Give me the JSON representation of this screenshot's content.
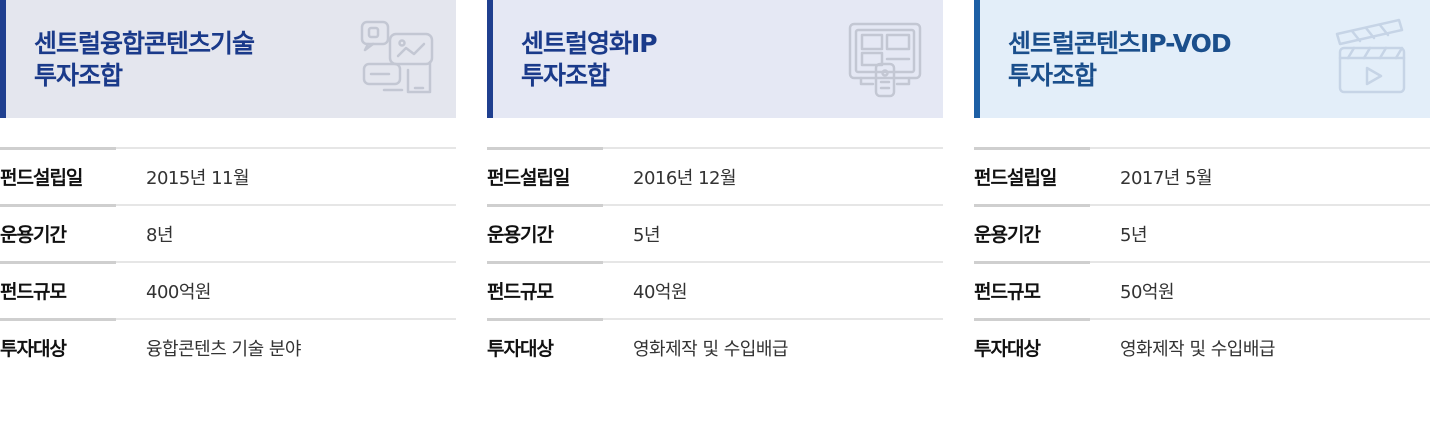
{
  "funds": [
    {
      "title_line1": "센트럴융합콘텐츠기술",
      "title_line2": "투자조합",
      "icon": "chat-phone-icon",
      "header_bg": "#e4e6ee",
      "accent": "#1f3f8f",
      "title_color": "#1a3a8a",
      "rows": [
        {
          "label": "펀드설립일",
          "value": "2015년 11월"
        },
        {
          "label": "운용기간",
          "value": "8년"
        },
        {
          "label": "펀드규모",
          "value": "400억원"
        },
        {
          "label": "투자대상",
          "value": "융합콘텐츠 기술 분야"
        }
      ]
    },
    {
      "title_line1": "센트럴영화IP",
      "title_line2": "투자조합",
      "icon": "tv-remote-icon",
      "header_bg": "#e5e8f4",
      "accent": "#1f3f8f",
      "title_color": "#1a3a8a",
      "rows": [
        {
          "label": "펀드설립일",
          "value": "2016년 12월"
        },
        {
          "label": "운용기간",
          "value": "5년"
        },
        {
          "label": "펀드규모",
          "value": "40억원"
        },
        {
          "label": "투자대상",
          "value": "영화제작 및 수입배급"
        }
      ]
    },
    {
      "title_line1": "센트럴콘텐츠IP-VOD",
      "title_line2": "투자조합",
      "icon": "clapperboard-icon",
      "header_bg": "#e3eef9",
      "accent": "#1d5fa5",
      "title_color": "#1b4f8c",
      "rows": [
        {
          "label": "펀드설립일",
          "value": "2017년 5월"
        },
        {
          "label": "운용기간",
          "value": "5년"
        },
        {
          "label": "펀드규모",
          "value": "50억원"
        },
        {
          "label": "투자대상",
          "value": "영화제작 및 수입배급"
        }
      ]
    }
  ]
}
